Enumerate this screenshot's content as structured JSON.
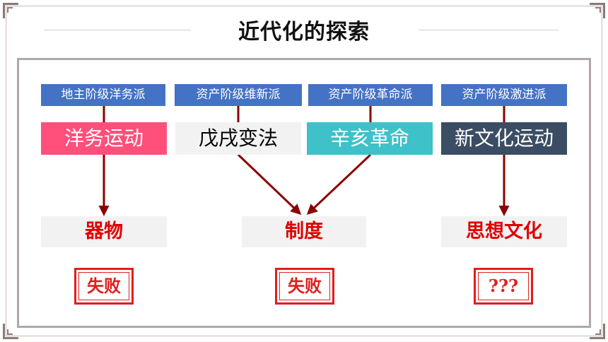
{
  "title": "近代化的探索",
  "factions": [
    "地主阶级洋务派",
    "资产阶级维新派",
    "资产阶级革命派",
    "资产阶级激进派"
  ],
  "movements": [
    {
      "label": "洋务运动",
      "bg": "#ff4f7b",
      "fg": "#ffffff"
    },
    {
      "label": "戊戌变法",
      "bg": "#f2f2f2",
      "fg": "#000000"
    },
    {
      "label": "辛亥革命",
      "bg": "#3ec1c9",
      "fg": "#ffffff"
    },
    {
      "label": "新文化运动",
      "bg": "#3b4d63",
      "fg": "#ffffff"
    }
  ],
  "results": [
    "器物",
    "制度",
    "思想文化"
  ],
  "outcomes": [
    "失败",
    "失败",
    "???"
  ],
  "colors": {
    "faction_bg": "#4472c4",
    "arrow": "#8b0000",
    "result_text": "#e00000",
    "stamp": "#e01e1e"
  }
}
